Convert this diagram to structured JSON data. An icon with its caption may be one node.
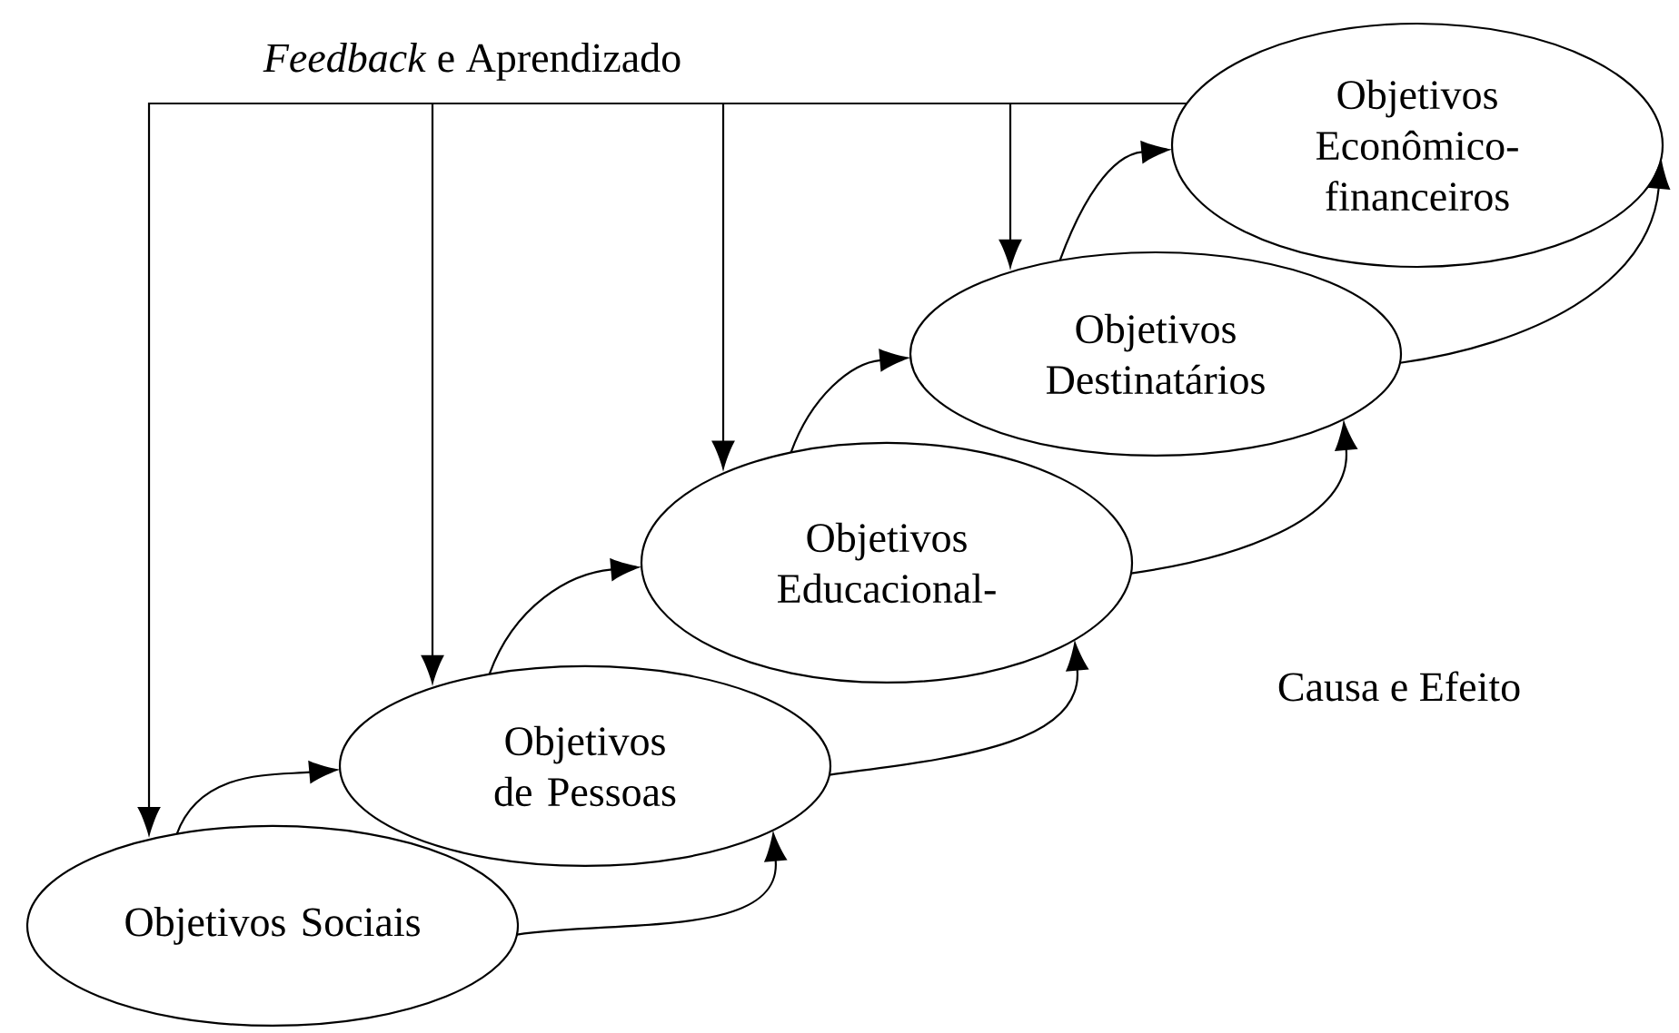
{
  "diagram": {
    "nodes": [
      {
        "text": [
          "Objetivos Sociais"
        ]
      },
      {
        "text": [
          "Objetivos de Pessoas"
        ]
      },
      {
        "text": [
          "Objetivos Educacional-"
        ]
      },
      {
        "text": [
          "Objetivos Destinatários"
        ]
      },
      {
        "text": [
          "Objetivos Econômico-financeiros"
        ]
      }
    ],
    "edges": [
      {
        "from": 4,
        "to": 0,
        "arrow": "to"
      },
      {
        "from": 4,
        "to": 1,
        "arrow": "to"
      },
      {
        "from": 4,
        "to": 2,
        "arrow": "to"
      },
      {
        "from": 4,
        "to": 3,
        "arrow": "to"
      },
      {
        "from": 0,
        "to": 1,
        "arrow": "to"
      },
      {
        "from": 1,
        "to": 2,
        "arrow": "to"
      },
      {
        "from": 2,
        "to": 3,
        "arrow": "to"
      },
      {
        "from": 3,
        "to": 4,
        "arrow": "to"
      },
      {
        "from": 0,
        "to": 1,
        "arrow": "to"
      },
      {
        "from": 1,
        "to": 2,
        "arrow": "to"
      },
      {
        "from": 2,
        "to": 3,
        "arrow": "to"
      },
      {
        "from": 3,
        "to": 4,
        "arrow": "to"
      }
    ],
    "labels": [
      "*Feedback* e Aprendizado",
      "Causa e Efeito"
    ]
  }
}
